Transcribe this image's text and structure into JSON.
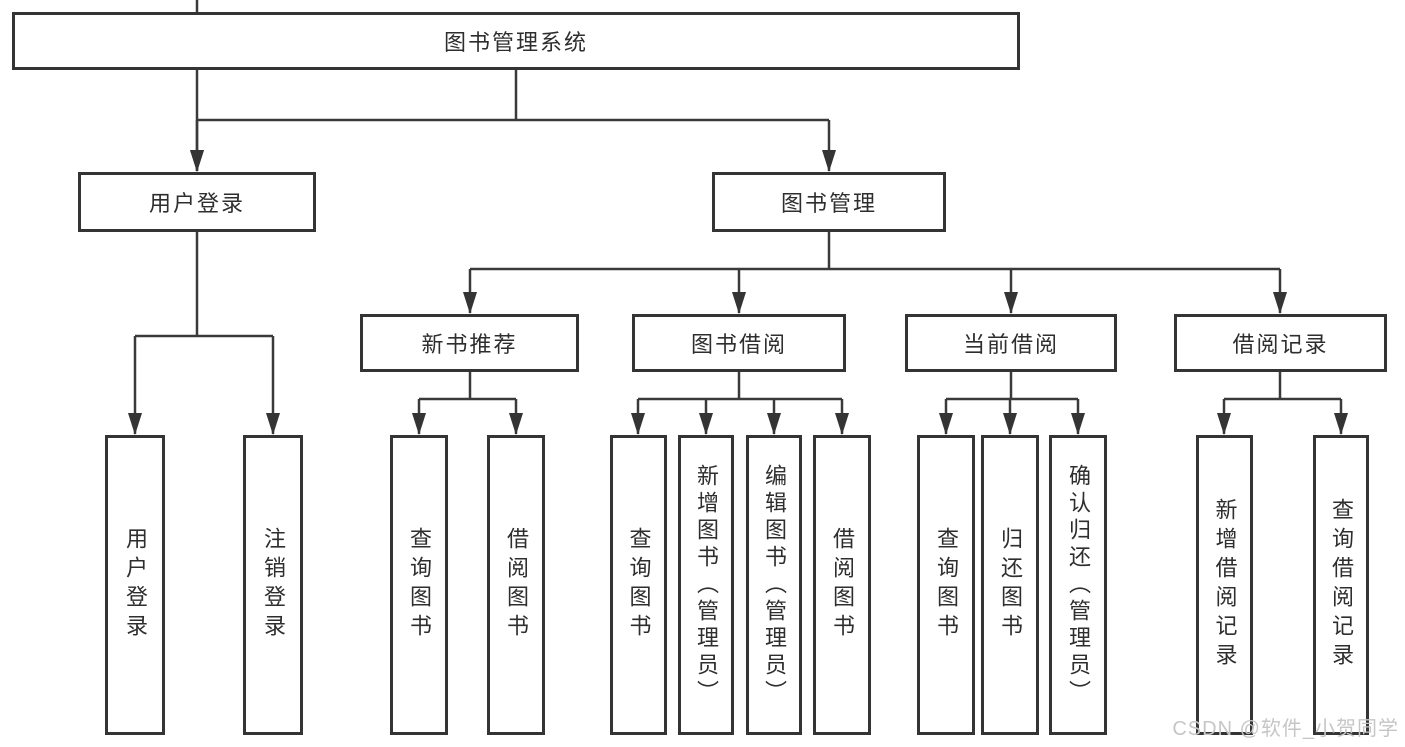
{
  "diagram_title": "图书管理系统",
  "nodes": {
    "root": "图书管理系统",
    "level2": [
      "用户登录",
      "图书管理"
    ],
    "level3": [
      "新书推荐",
      "图书借阅",
      "当前借阅",
      "借阅记录"
    ],
    "leaves_user_login": [
      "用户登录",
      "注销登录"
    ],
    "leaves_new_books": [
      "查询图书",
      "借阅图书"
    ],
    "leaves_book_borrow": [
      "查询图书",
      "新增图书（管理员）",
      "编辑图书（管理员）",
      "借阅图书"
    ],
    "leaves_current_borrow": [
      "查询图书",
      "归还图书",
      "确认归还（管理员）"
    ],
    "leaves_borrow_records": [
      "新增借阅记录",
      "查询借阅记录"
    ]
  },
  "watermark": "CSDN @软件_小贺同学",
  "colors": {
    "line": "#3a3a3a",
    "box_border": "#343434",
    "text": "#2e2e2e",
    "watermark": "#c6c6c6",
    "background": "#ffffff"
  }
}
